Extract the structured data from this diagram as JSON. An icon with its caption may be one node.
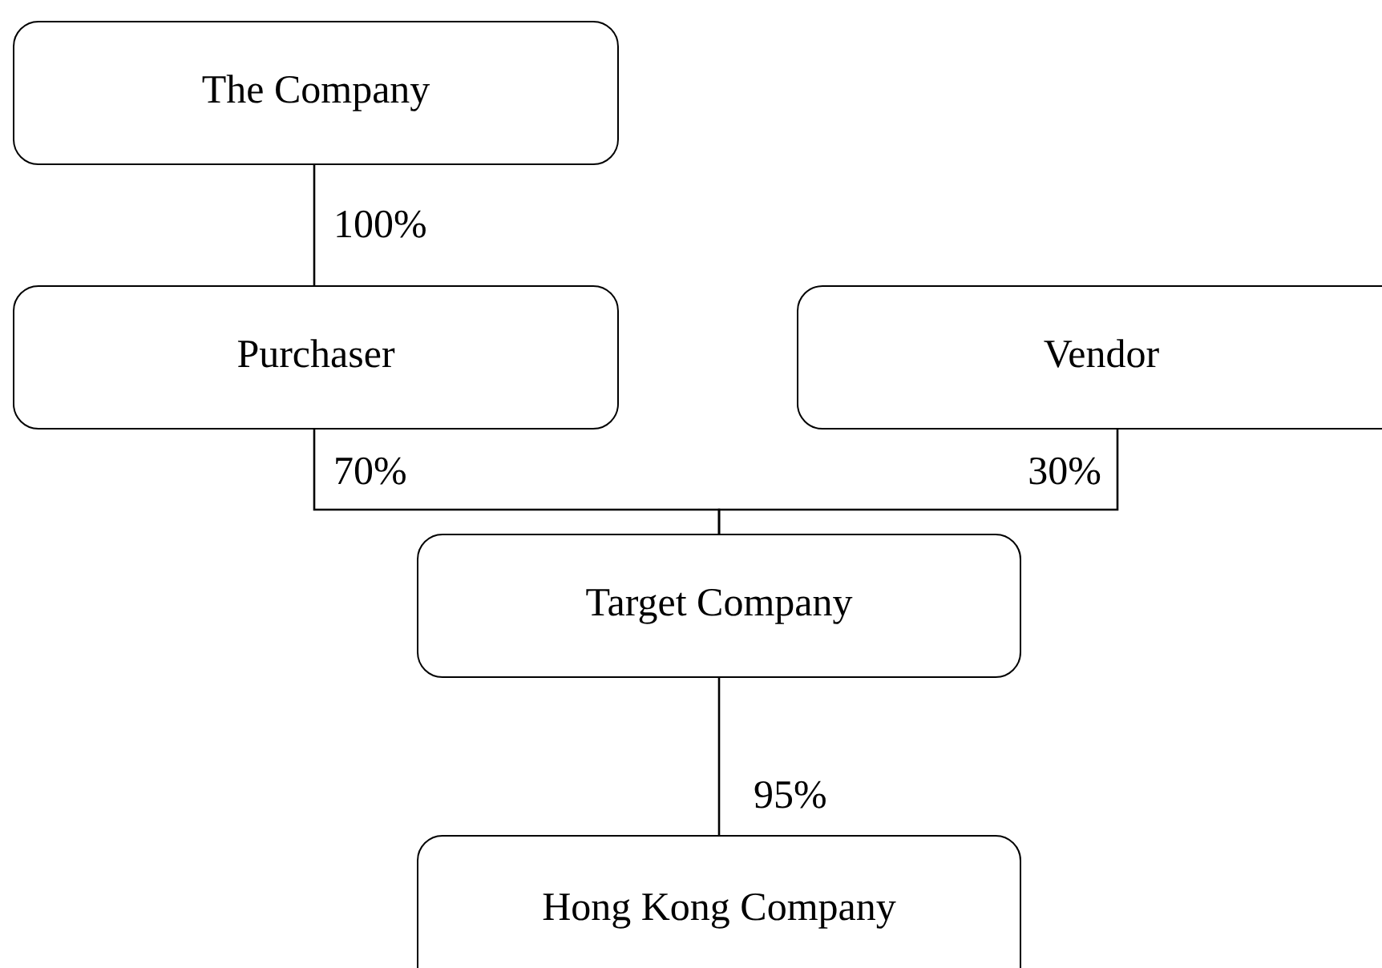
{
  "diagram": {
    "nodes": [
      {
        "text": [
          "The Company"
        ]
      },
      {
        "text": [
          "Purchaser"
        ]
      },
      {
        "text": [
          "Vendor"
        ]
      },
      {
        "text": [
          "Target Company"
        ]
      },
      {
        "text": [
          "Hong Kong Company"
        ]
      }
    ],
    "edges": [
      {
        "from": 0,
        "to": 1,
        "arrow": "none",
        "label": "100%"
      },
      {
        "from": 1,
        "to": 3,
        "arrow": "none",
        "label": "70%"
      },
      {
        "from": 2,
        "to": 3,
        "arrow": "none",
        "label": "30%"
      },
      {
        "from": 3,
        "to": 4,
        "arrow": "none",
        "label": "95%"
      }
    ]
  }
}
